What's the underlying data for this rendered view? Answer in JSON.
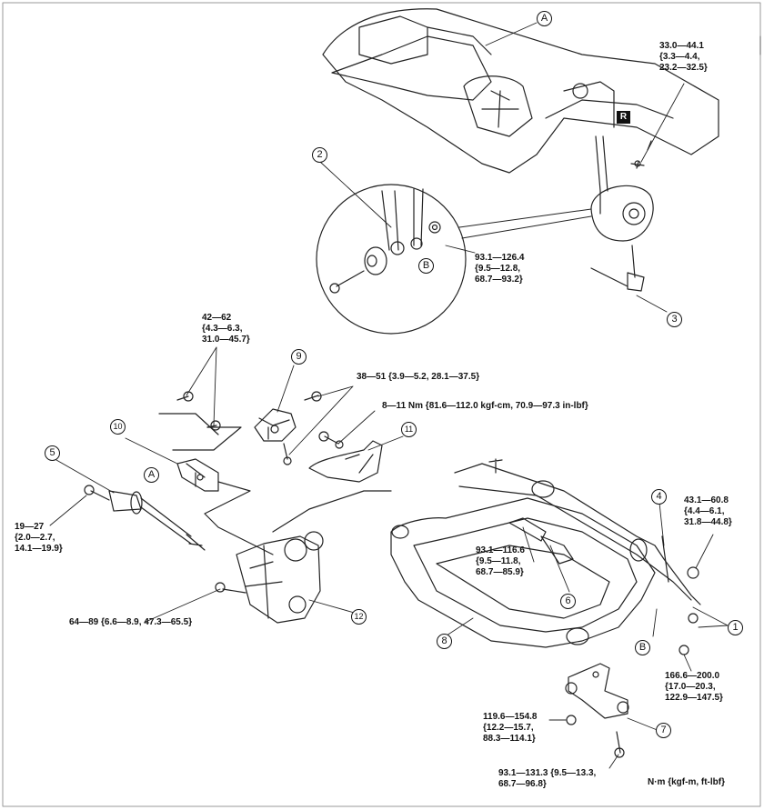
{
  "callouts": {
    "c1": "1",
    "c2": "2",
    "c3": "3",
    "c4": "4",
    "c5": "5",
    "c6": "6",
    "c7": "7",
    "c8": "8",
    "c9": "9",
    "c10": "10",
    "c11": "11",
    "c12": "12",
    "a_top": "A",
    "a_mount": "A",
    "b_detail": "B",
    "b_arm": "B",
    "r_mark": "R"
  },
  "torques": {
    "t_33": "33.0—44.1\n{3.3—4.4,\n23.2—32.5}",
    "t_93_126": "93.1—126.4\n{9.5—12.8,\n68.7—93.2}",
    "t_42": "42—62\n{4.3—6.3,\n31.0—45.7}",
    "t_38": "38—51 {3.9—5.2, 28.1—37.5}",
    "t_8": "8—11 Nm {81.6—112.0 kgf-cm, 70.9—97.3 in-lbf}",
    "t_43": "43.1—60.8\n{4.4—6.1,\n31.8—44.8}",
    "t_19": "19—27\n{2.0—2.7,\n14.1—19.9}",
    "t_93_116": "93.1—116.6\n{9.5—11.8,\n68.7—85.9}",
    "t_64": "64—89 {6.6—8.9, 47.3—65.5}",
    "t_166": "166.6—200.0\n{17.0—20.3,\n122.9—147.5}",
    "t_119": "119.6—154.8\n{12.2—15.7,\n88.3—114.1}",
    "t_93_131": "93.1—131.3 {9.5—13.3,\n68.7—96.8}"
  },
  "units": "N·m {kgf-m, ft-lbf}"
}
